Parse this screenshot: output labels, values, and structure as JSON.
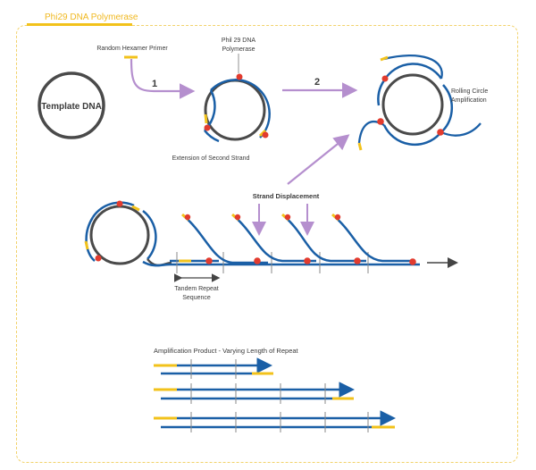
{
  "title": "Phi29 DNA Polymerase",
  "labels": {
    "random_hexamer_primer": "Random Hexamer Primer",
    "phi29_polymerase_line1": "Phil 29 DNA",
    "phi29_polymerase_line2": "Polymerase",
    "template_dna": "Template DNA",
    "step1": "1",
    "step2": "2",
    "extension_second_strand": "Extension of Second Strand",
    "rca_line1": "Rolling Circle",
    "rca_line2": "Amplification",
    "strand_displacement": "Strand Displacement",
    "tandem_line1": "Tandem Repeat",
    "tandem_line2": "Sequence",
    "product_title": "Amplification Product - Varying Length of Repeat"
  },
  "colors": {
    "strand_blue": "#1a5fa6",
    "template_gray": "#4a4a4a",
    "primer_yellow": "#f2c21b",
    "polymerase_red": "#e23b2e",
    "arrow_purple": "#b58fce",
    "frame_dashed": "#f2d26a"
  }
}
